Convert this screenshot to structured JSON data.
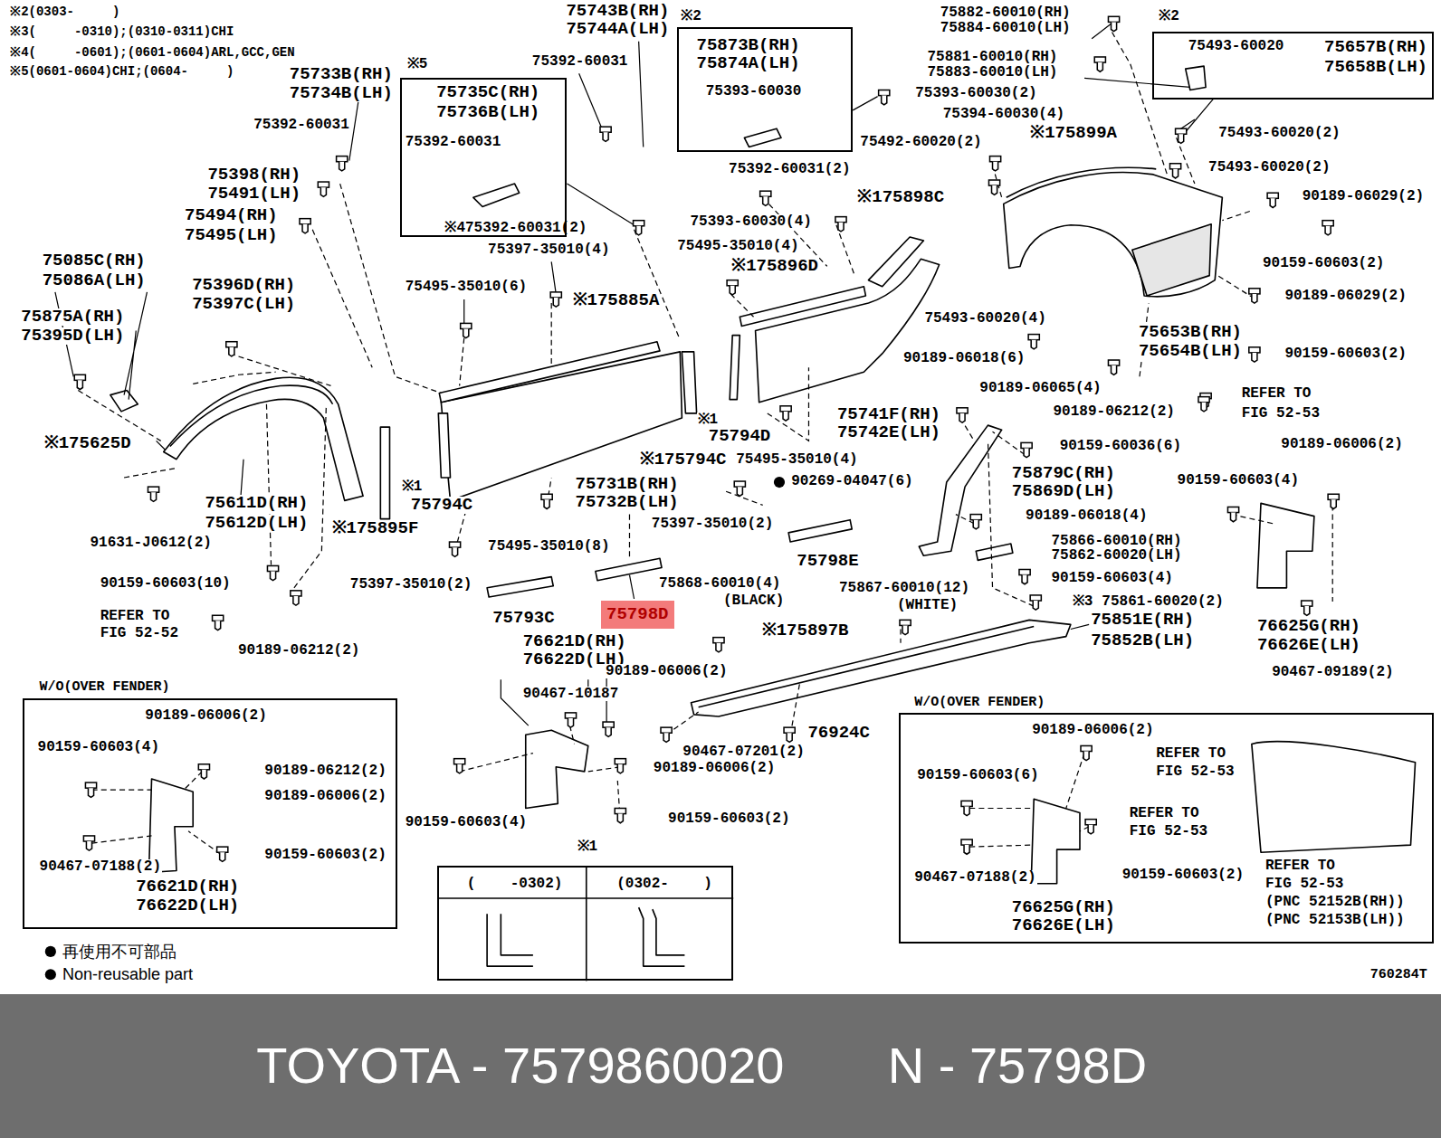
{
  "diagram": {
    "nodes": [
      {
        "text": [
          "※5",
          "75735C(RH)",
          "75736B(LH)",
          "75392-60031"
        ]
      },
      {
        "text": [
          "※2",
          "75873B(RH)",
          "75874A(LH)",
          "75393-60030"
        ]
      },
      {
        "text": [
          "※2",
          "75493-60020",
          "75657B(RH)",
          "75658B(LH)"
        ]
      },
      {
        "text": [
          "W/O(OVER FENDER)",
          "90189-06006(2)",
          "90159-60603(4)",
          "90189-06212(2)",
          "90189-06006(2)",
          "90159-60603(2)",
          "90467-07188(2)",
          "76621D(RH)",
          "76622D(LH)"
        ]
      },
      {
        "text": [
          "※1",
          "(    -0302)",
          "(0302-    )"
        ]
      },
      {
        "text": [
          "W/O(OVER FENDER)",
          "90189-06006(2)",
          "90159-60603(6)",
          "REFER TO",
          "FIG 52-53",
          "REFER TO",
          "FIG 52-53",
          "90467-07188(2)",
          "90159-60603(2)",
          "76625G(RH)",
          "76626E(LH)",
          "REFER TO",
          "FIG 52-53",
          "(PNC 52152B(RH))",
          "(PNC 52153B(LH))"
        ]
      },
      {
        "text": [
          "75798D"
        ]
      },
      {
        "text": [
          "TOYOTA - 7579860020",
          "N - 75798D"
        ]
      }
    ],
    "labels": [
      "※2(0303-     )",
      "※3(     -0310);(0310-0311)CHI",
      "※4(     -0601);(0601-0604)ARL,GCC,GEN",
      "※5(0601-0604)CHI;(0604-     )",
      "75733B(RH)",
      "75734B(LH)",
      "75392-60031",
      "75398(RH)",
      "75491(LH)",
      "75494(RH)",
      "75495(LH)",
      "75085C(RH)",
      "75086A(LH)",
      "75396D(RH)",
      "75397C(LH)",
      "75875A(RH)",
      "75395D(LH)",
      "※175625D",
      "75611D(RH)",
      "75612D(LH)",
      "※175895F",
      "91631-J0612(2)",
      "90159-60603(10)",
      "REFER TO",
      "FIG 52-52",
      "90189-06212(2)",
      "75397-35010(2)",
      "75743B(RH)",
      "75744A(LH)",
      "75392-60031",
      "※475392-60031(2)",
      "75397-35010(4)",
      "75495-35010(6)",
      "※175885A",
      "※1",
      "75794C",
      "※175794C",
      "75731B(RH)",
      "75732B(LH)",
      "75495-35010(8)",
      "75793C",
      "75868-60010(4)",
      "(BLACK)",
      "76621D(RH)",
      "76622D(LH)",
      "90189-06006(2)",
      "90467-10187",
      "90467-07201(2)",
      "90189-06006(2)",
      "90159-60603(4)",
      "90159-60603(2)",
      "76924C",
      "※175897B",
      "75392-60031(2)",
      "75393-60030(4)",
      "※175898C",
      "75495-35010(4)",
      "※175896D",
      "※1",
      "75794D",
      "75741F(RH)",
      "75742E(LH)",
      "75495-35010(4)",
      "90269-04047(6)",
      "75397-35010(2)",
      "75798E",
      "75867-60010(12)",
      "(WHITE)",
      "75882-60010(RH)",
      "75884-60010(LH)",
      "75881-60010(RH)",
      "75883-60010(LH)",
      "75393-60030(2)",
      "75394-60030(4)",
      "※175899A",
      "75492-60020(2)",
      "75493-60020(2)",
      "75493-60020(2)",
      "90189-06029(2)",
      "90159-60603(2)",
      "90189-06029(2)",
      "75493-60020(4)",
      "75653B(RH)",
      "75654B(LH)",
      "90159-60603(2)",
      "90189-06018(6)",
      "90189-06065(4)",
      "90189-06212(2)",
      "REFER TO",
      "FIG 52-53",
      "90159-60036(6)",
      "90189-06006(2)",
      "75879C(RH)",
      "75869D(LH)",
      "90159-60603(4)",
      "90189-06018(4)",
      "75866-60010(RH)",
      "75862-60020(LH)",
      "90159-60603(4)",
      "※3",
      "75861-60020(2)",
      "75851E(RH)",
      "75852B(LH)",
      "76625G(RH)",
      "76626E(LH)",
      "90467-09189(2)",
      "760284T"
    ],
    "legend": [
      {
        "text": "再使用不可部品"
      },
      {
        "text": "Non-reusable part"
      }
    ]
  }
}
